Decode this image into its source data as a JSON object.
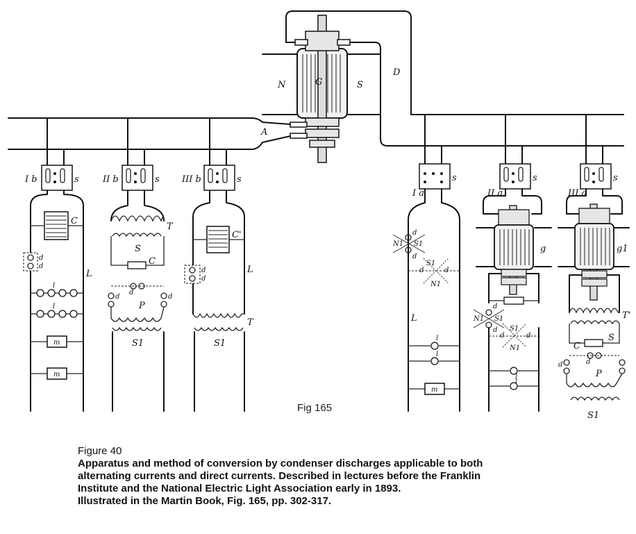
{
  "figure": {
    "fig_label": "Fig 165",
    "labels": {
      "north_pole": "N",
      "generator": "G",
      "south_pole": "S",
      "dc_lead": "D",
      "ac_lead": "A",
      "switch_1b": "I b",
      "switch_2b": "II b",
      "switch_3b": "III b",
      "switch_1a": "I a",
      "switch_2a": "II a",
      "switch_3a": "III a",
      "s": "s",
      "C": "C",
      "C_prime": "C'",
      "d": "d",
      "L": "L",
      "l": "l",
      "m": "m",
      "T": "T",
      "T_prime": "T'",
      "S": "S",
      "S1": "S1",
      "P": "P",
      "g": "g",
      "g1": "g1",
      "N1": "N1"
    }
  },
  "caption": {
    "title": "Figure 40",
    "body_lines": [
      "Apparatus and method of conversion by condenser discharges applicable to both",
      "alternating currents and direct currents. Described in lectures before the Franklin",
      "Institute and the National Electric Light Association early in 1893.",
      "Illustrated in the Martin Book, Fig. 165, pp. 302-317."
    ]
  }
}
